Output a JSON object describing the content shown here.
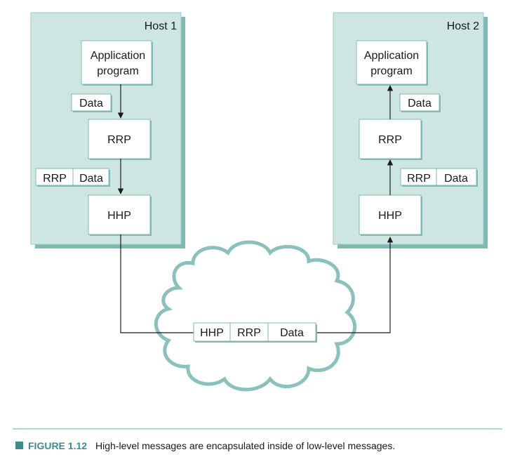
{
  "hosts": [
    {
      "title": "Host 1",
      "app_line1": "Application",
      "app_line2": "program",
      "data_label": "Data",
      "rrp_label": "RRP",
      "hdr_rrp": "RRP",
      "hdr_data": "Data",
      "hhp_label": "HHP"
    },
    {
      "title": "Host 2",
      "app_line1": "Application",
      "app_line2": "program",
      "data_label": "Data",
      "rrp_label": "RRP",
      "hdr_rrp": "RRP",
      "hdr_data": "Data",
      "hhp_label": "HHP"
    }
  ],
  "network": {
    "packet": [
      "HHP",
      "RRP",
      "Data"
    ]
  },
  "caption": {
    "label": "FIGURE 1.12",
    "text": "High-level messages are encapsulated inside of low-level messages."
  },
  "colors": {
    "host_fill": "#cde6e2",
    "host_shadow": "#7fb9b3",
    "cloud_stroke": "#8bc1bb",
    "rule": "#6aaba6",
    "caption_accent": "#3d8d8c"
  }
}
